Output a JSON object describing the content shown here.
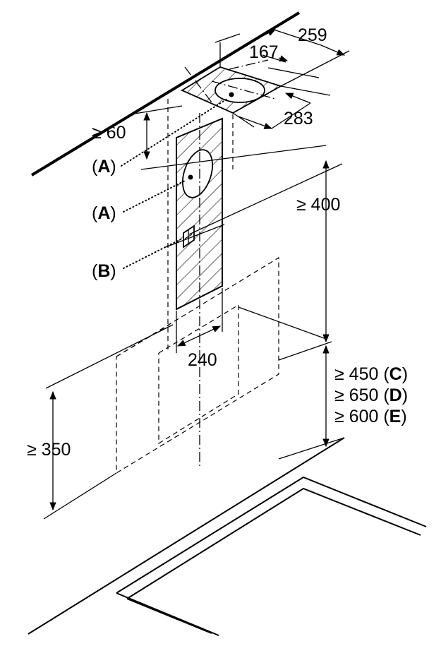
{
  "dimensions": {
    "d259": "259",
    "d167": "167",
    "d283": "283",
    "d60": "≥ 60",
    "d400": "≥ 400",
    "d240": "240",
    "d350": "≥ 350",
    "d450_num": "≥ 450 (",
    "d450_letter": "C",
    "d650_num": "≥ 650 (",
    "d650_letter": "D",
    "d600_num": "≥ 600 (",
    "d600_letter": "E",
    "close": ")"
  },
  "callouts": {
    "a1_letter": "A",
    "a2_letter": "A",
    "b_letter": "B",
    "open": "(",
    "close": ")"
  }
}
